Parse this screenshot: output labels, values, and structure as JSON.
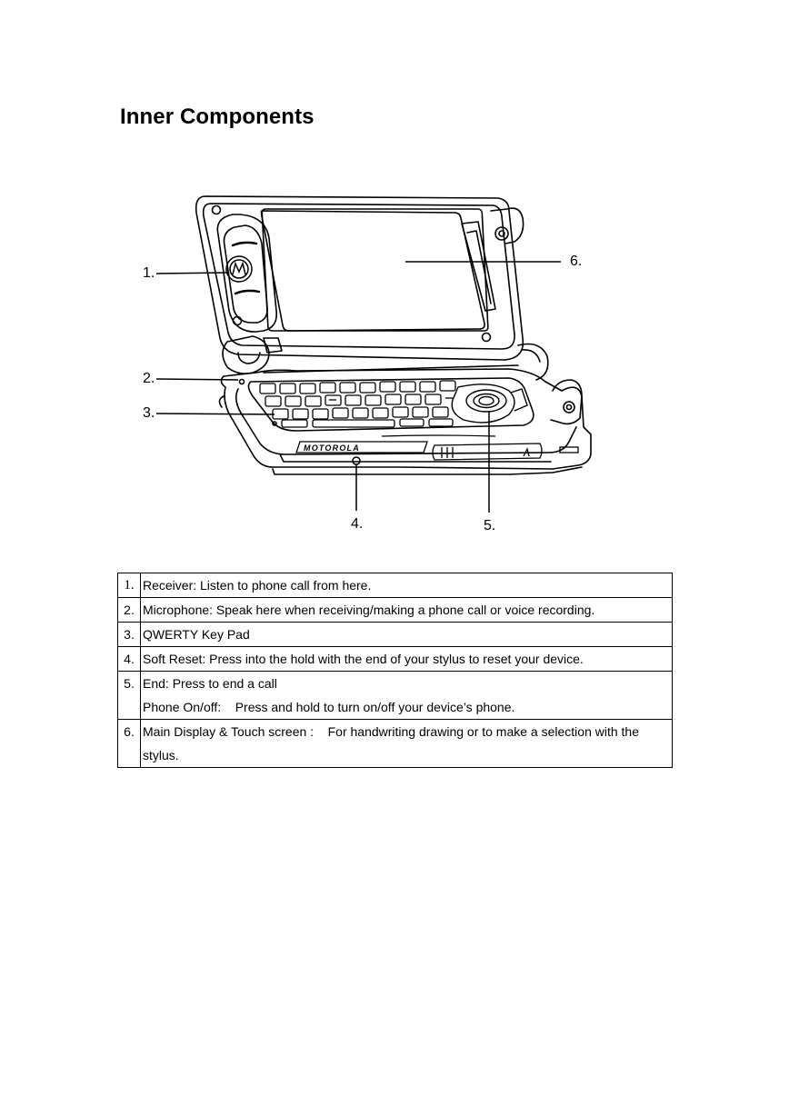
{
  "page": {
    "title": "Inner Components"
  },
  "figure": {
    "callouts": [
      "1.",
      "2.",
      "3.",
      "4.",
      "5.",
      "6."
    ],
    "brand_label": "MOTOROLA",
    "icons": [
      "motorola-logo-icon",
      "navigation-pad-icon",
      "stylus-icon"
    ]
  },
  "components": [
    {
      "num": "1.",
      "lines": [
        "Receiver: Listen to phone call from here."
      ]
    },
    {
      "num": "2.",
      "lines": [
        "Microphone: Speak here when receiving/making a phone call or voice recording."
      ]
    },
    {
      "num": "3.",
      "lines": [
        "QWERTY Key Pad"
      ]
    },
    {
      "num": "4.",
      "lines": [
        "Soft Reset: Press into the hold with the end of your stylus to reset your device."
      ]
    },
    {
      "num": "5.",
      "lines": [
        "End: Press to end a call",
        "Phone On/off:    Press and hold to turn on/off your device’s phone."
      ]
    },
    {
      "num": "6.",
      "lines": [
        "Main Display & Touch screen :    For handwriting drawing or to make a selection with the",
        "stylus."
      ]
    }
  ]
}
